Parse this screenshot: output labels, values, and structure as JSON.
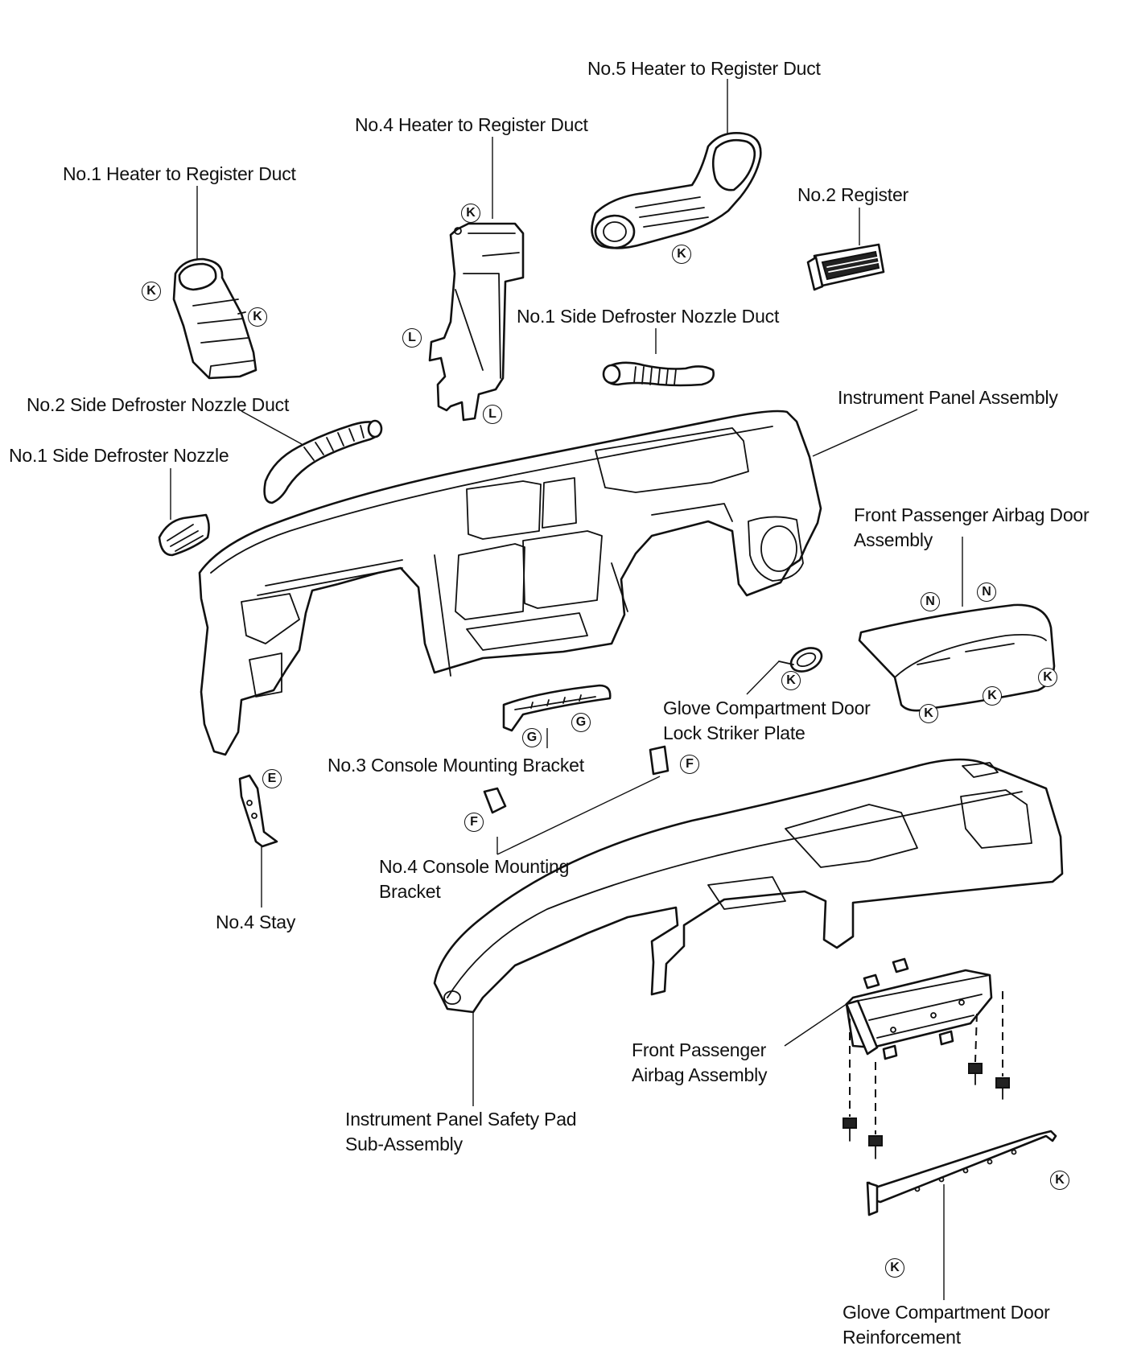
{
  "labels": {
    "no5_heater_duct": "No.5 Heater to Register Duct",
    "no4_heater_duct": "No.4 Heater to Register Duct",
    "no1_heater_duct": "No.1 Heater to Register Duct",
    "no2_register": "No.2 Register",
    "no1_side_defroster_duct": "No.1 Side Defroster Nozzle Duct",
    "no2_side_defroster_duct": "No.2 Side Defroster Nozzle Duct",
    "instrument_panel_assembly": "Instrument Panel Assembly",
    "no1_side_defroster_nozzle": "No.1 Side Defroster Nozzle",
    "front_passenger_airbag_door_line1": "Front Passenger Airbag Door",
    "front_passenger_airbag_door_line2": "Assembly",
    "glove_striker_line1": "Glove Compartment Door",
    "glove_striker_line2": "Lock Striker Plate",
    "no3_console_bracket": "No.3 Console Mounting Bracket",
    "no4_console_bracket_line1": "No.4 Console Mounting",
    "no4_console_bracket_line2": "Bracket",
    "no4_stay": "No.4 Stay",
    "front_passenger_airbag_line1": "Front Passenger",
    "front_passenger_airbag_line2": "Airbag Assembly",
    "safety_pad_line1": "Instrument Panel Safety Pad",
    "safety_pad_line2": "Sub-Assembly",
    "glove_reinforcement_line1": "Glove Compartment Door",
    "glove_reinforcement_line2": "Reinforcement"
  },
  "markers": {
    "k": "K",
    "l": "L",
    "n": "N",
    "g": "G",
    "f": "F",
    "e": "E"
  }
}
